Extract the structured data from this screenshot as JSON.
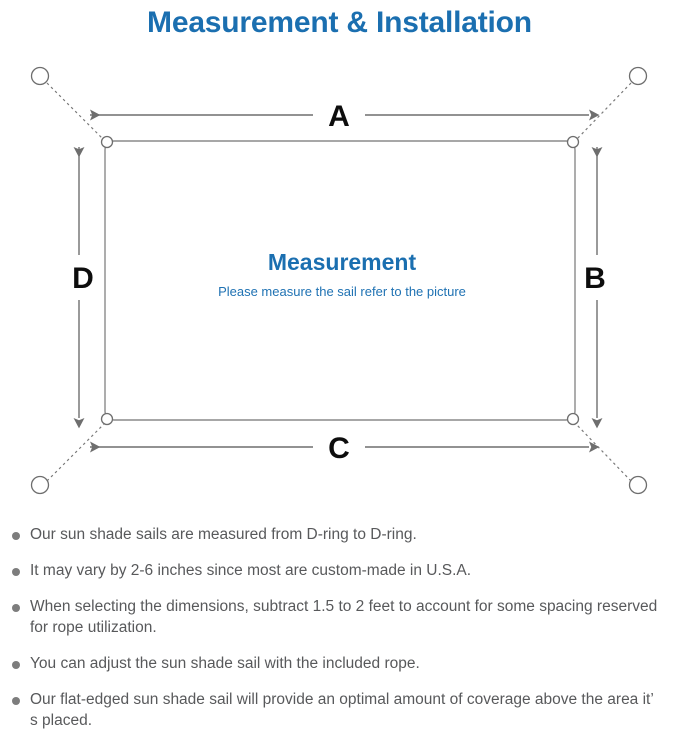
{
  "title": "Measurement & Installation",
  "colors": {
    "title_blue": "#1b6fb0",
    "center_blue": "#1b6fb0",
    "subtitle_blue": "#1f72b3",
    "line_gray": "#6e6e6e",
    "sail_gray": "#8a8a8a",
    "bullet_gray": "#7d7d7d",
    "body_gray": "#58595b",
    "label_black": "#0d0d0d",
    "background": "#ffffff"
  },
  "diagram": {
    "center_title": "Measurement",
    "center_subtitle": "Please measure the sail refer to the picture",
    "dimension_labels": {
      "top": "A",
      "right": "B",
      "bottom": "C",
      "left": "D"
    }
  },
  "bullets": [
    "Our sun shade sails are measured from D-ring to D-ring.",
    "It may vary by 2-6 inches since most are custom-made in U.S.A.",
    "When selecting the dimensions, subtract 1.5 to 2 feet to account for some spacing reserved for rope utilization.",
    "You can adjust the sun shade sail with the included rope.",
    "Our flat-edged sun shade sail will provide an optimal amount of coverage above the area it’ s placed."
  ]
}
